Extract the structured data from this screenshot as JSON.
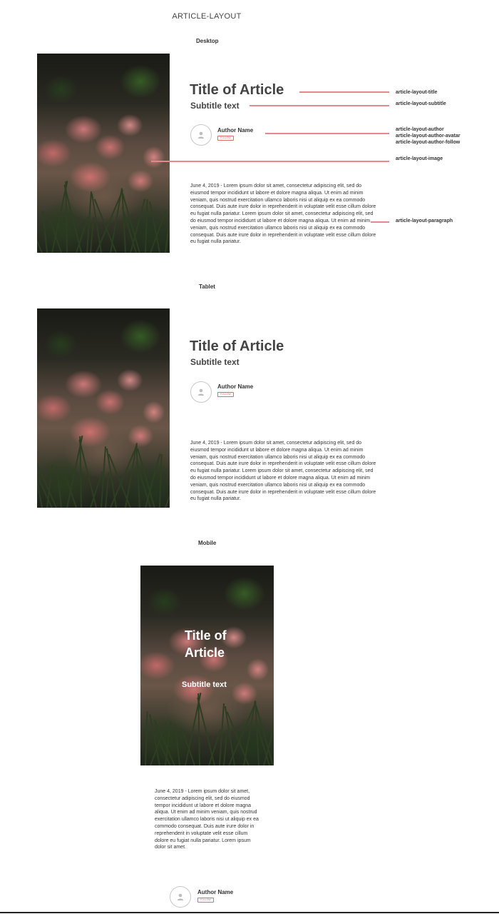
{
  "page_title": "ARTICLE-LAYOUT",
  "sections": {
    "desktop": "Desktop",
    "tablet": "Tablet",
    "mobile": "Mobile"
  },
  "article": {
    "title": "Title of Article",
    "title_mobile_line1": "Title of",
    "title_mobile_line2": "Article",
    "subtitle": "Subtitle text",
    "author_name": "Author Name",
    "follow_label": "FOLLOW",
    "paragraph": "June 4, 2019 - Lorem ipsum dolor sit amet, consectetur adipiscing elit, sed do eiusmod tempor incididunt ut labore et dolore magna aliqua. Ut enim ad minim veniam, quis nostrud exercitation ullamco laboris nisi ut aliquip ex ea commodo consequat. Duis aute irure dolor in reprehenderit in voluptate velit esse cillum dolore eu fugiat nulla pariatur. Lorem ipsum dolor sit amet, consectetur adipiscing elit, sed do eiusmod tempor incididunt ut labore et dolore magna aliqua. Ut enim ad minim veniam, quis nostrud exercitation ullamco laboris nisi ut aliquip ex ea commodo consequat. Duis aute irure dolor in reprehenderit in voluptate velit esse cillum dolore eu fugiat nulla pariatur.",
    "paragraph_mobile": "June 4, 2019 - Lorem ipsum dolor sit amet, consectetur adipiscing elit, sed do eiusmod tempor incididunt ut labore et dolore magna aliqua. Ut enim ad minim veniam, quis nostrud exercitation ullamco laboris nisi ut aliquip ex ea commodo consequat. Duis aute irure dolor in reprehenderit in voluptate velit esse cillum dolore eu fugiat nulla pariatur. Lorem ipsum dolor sit amet."
  },
  "annotations": {
    "title": "article-layout-title",
    "subtitle": "article-layout-subtitle",
    "author": "article-layout-author",
    "author_avatar": "article-layout-author-avatar",
    "author_follow": "article-layout-author-follow",
    "image": "article-layout-image",
    "paragraph": "article-layout-paragraph"
  },
  "colors": {
    "annotation_line": "#e5888e",
    "follow_accent": "#e06a6a",
    "heading": "#444444"
  },
  "icons": {
    "avatar": "person-icon"
  }
}
